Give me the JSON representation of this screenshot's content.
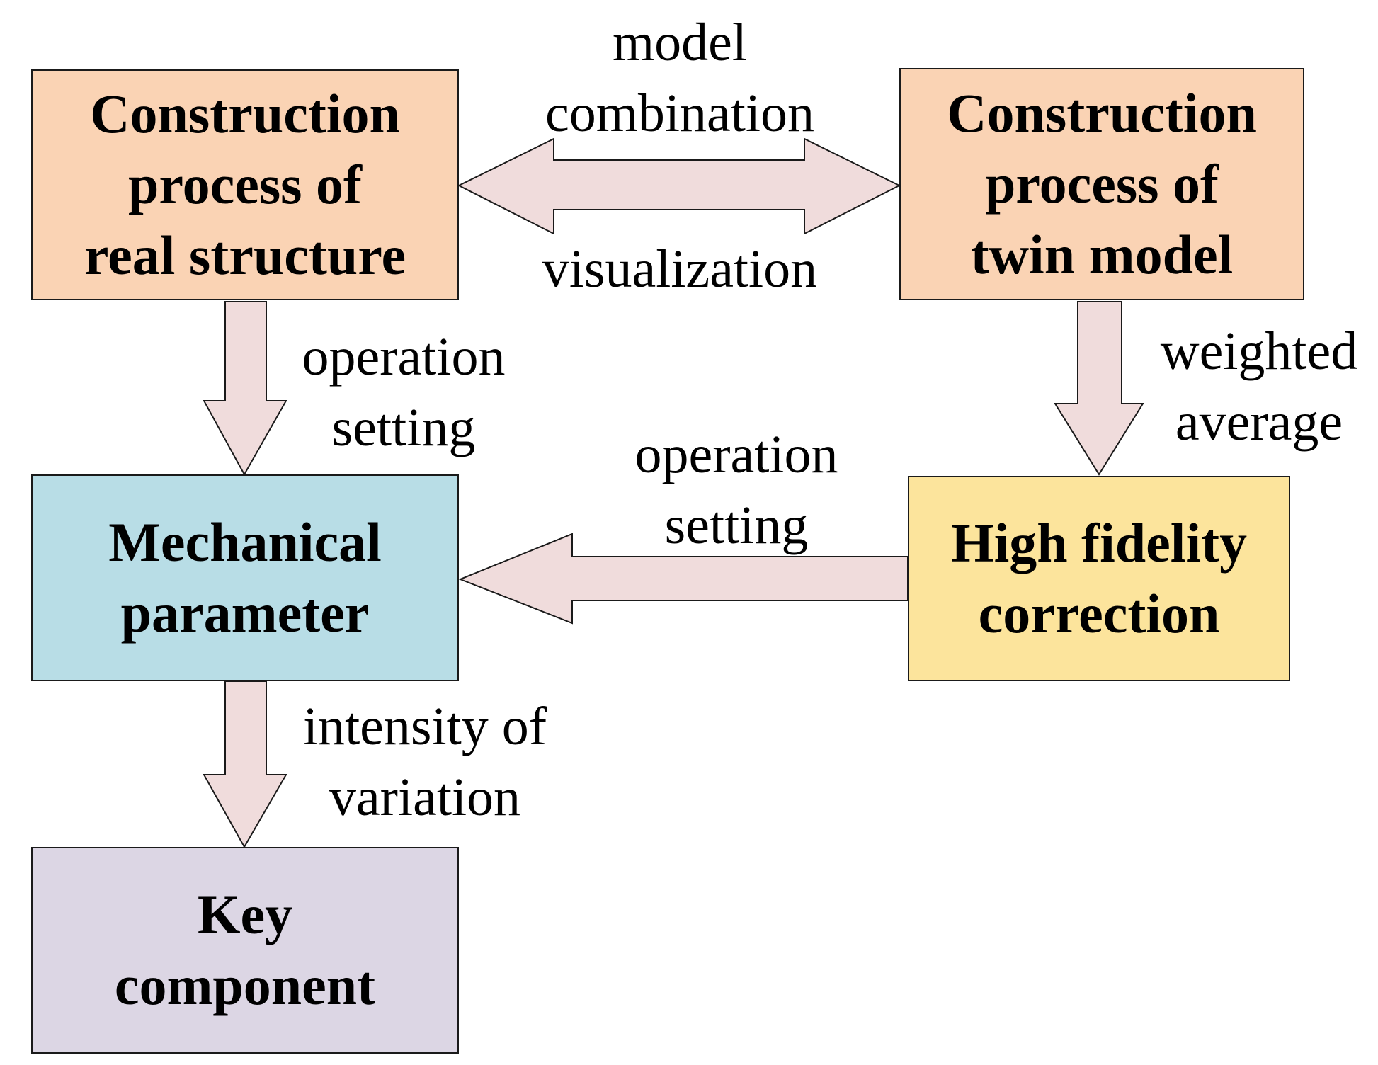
{
  "nodes": {
    "real": {
      "lines": [
        "Construction",
        "process of",
        "real structure"
      ],
      "fill": "#FAD3B4"
    },
    "twin": {
      "lines": [
        "Construction",
        "process of",
        "twin model"
      ],
      "fill": "#FAD3B4"
    },
    "mechanical": {
      "lines": [
        "Mechanical",
        "parameter"
      ],
      "fill": "#B8DDE6"
    },
    "fidelity": {
      "lines": [
        "High fidelity",
        "correction"
      ],
      "fill": "#FCE49C"
    },
    "key": {
      "lines": [
        "Key",
        "component"
      ],
      "fill": "#DCD6E4"
    }
  },
  "edges": {
    "top_upper": [
      "model",
      "combination"
    ],
    "top_lower": [
      "visualization"
    ],
    "left_upper": [
      "operation",
      "setting"
    ],
    "right_down": [
      "weighted",
      "average"
    ],
    "middle": [
      "operation",
      "setting"
    ],
    "left_lower": [
      "intensity of",
      "variation"
    ]
  },
  "colors": {
    "arrow_fill": "#F0DCDC",
    "border": "#1a1a1a"
  }
}
